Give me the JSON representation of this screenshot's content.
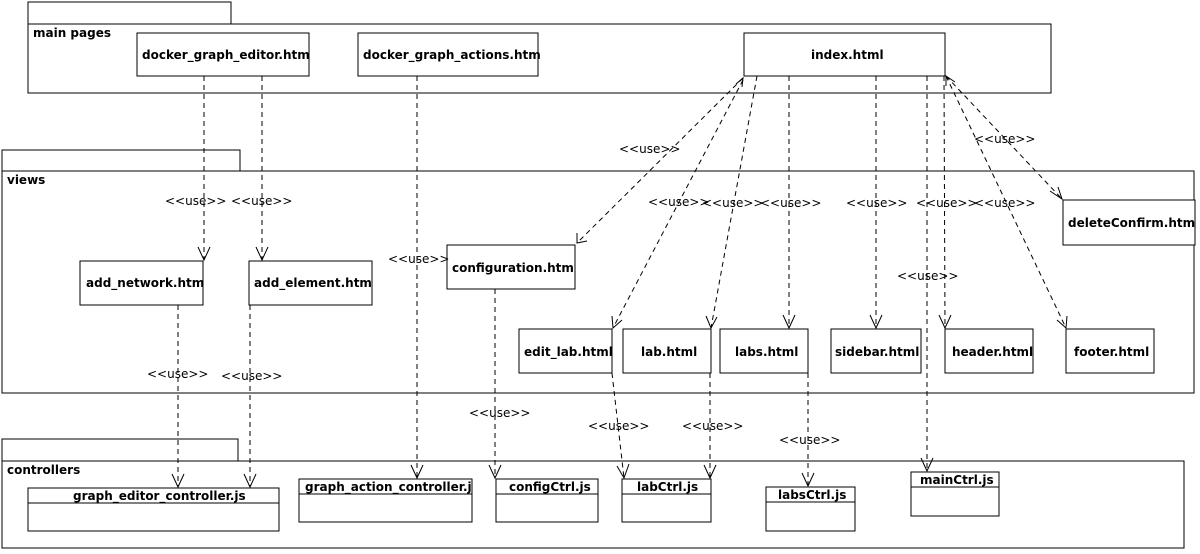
{
  "packages": {
    "main_pages": {
      "label": "main pages"
    },
    "views": {
      "label": "views"
    },
    "controllers": {
      "label": "controllers"
    }
  },
  "main_pages": {
    "docker_graph_editor": "docker_graph_editor.htm",
    "docker_graph_actions": "docker_graph_actions.htm",
    "index": "index.html"
  },
  "views": {
    "add_network": "add_network.htm",
    "add_element": "add_element.htm",
    "configuration": "configuration.htm",
    "delete_confirm": "deleteConfirm.htm",
    "edit_lab": "edit_lab.html",
    "lab": "lab.html",
    "labs": "labs.html",
    "sidebar": "sidebar.html",
    "header": "header.html",
    "footer": "footer.html"
  },
  "controllers": {
    "graph_editor_controller": "graph_editor_controller.js",
    "graph_action_controller": "graph_action_controller.j",
    "config_ctrl": "configCtrl.js",
    "lab_ctrl": "labCtrl.js",
    "labs_ctrl": "labsCtrl.js",
    "main_ctrl": "mainCtrl.js"
  },
  "dependencies": {
    "use_label": "<<use>>"
  }
}
